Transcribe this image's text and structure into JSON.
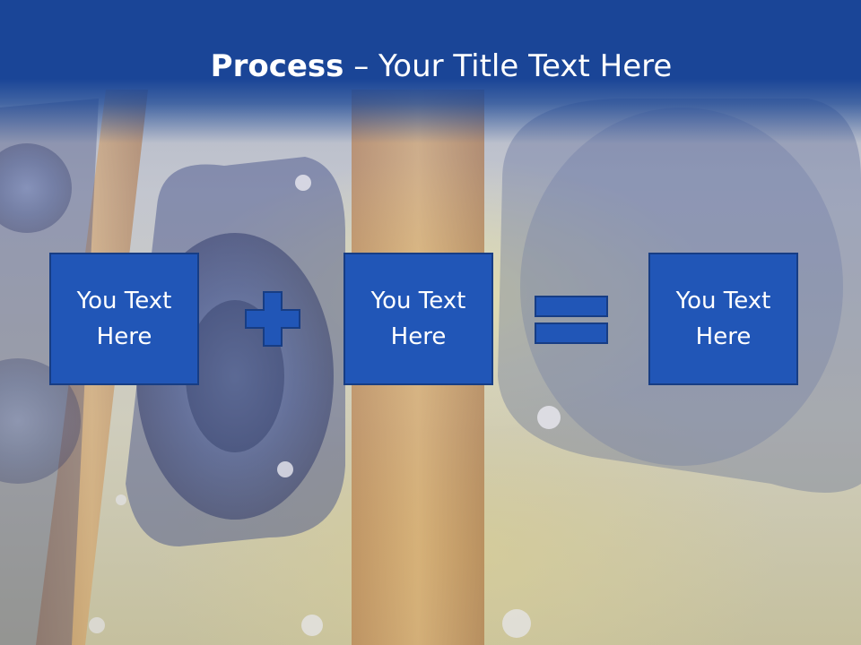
{
  "slide": {
    "title_bold": "Process",
    "title_dash": " – ",
    "title_rest": "Your Title Text Here",
    "boxes": [
      {
        "line1": "You Text",
        "line2": "Here"
      },
      {
        "line1": "You Text",
        "line2": "Here"
      },
      {
        "line1": "You Text",
        "line2": "Here"
      }
    ],
    "operators": [
      "plus",
      "equals"
    ],
    "colors": {
      "header": "#1a4597",
      "box_fill": "#2156b7",
      "box_border": "#173d84",
      "text": "#ffffff"
    }
  }
}
